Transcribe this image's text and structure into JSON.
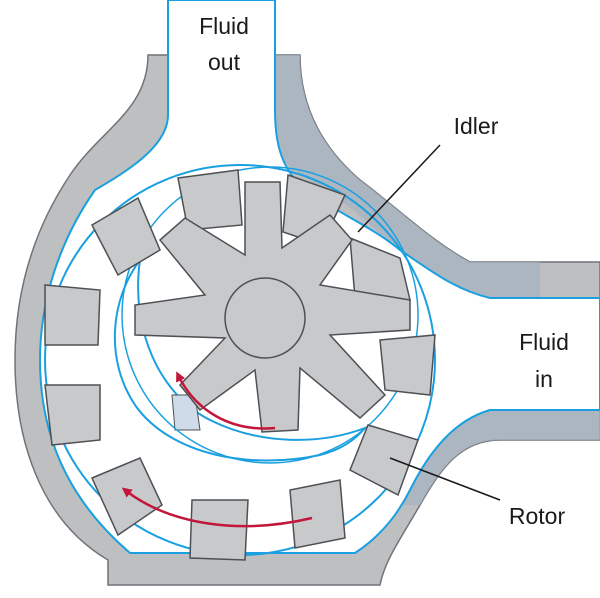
{
  "labels": {
    "fluid_out_line1": "Fluid",
    "fluid_out_line2": "out",
    "idler": "Idler",
    "fluid_in_line1": "Fluid",
    "fluid_in_line2": "in",
    "rotor": "Rotor"
  },
  "colors": {
    "casing_gray": "#bdbfc1",
    "casing_shade": "#a6b3c0",
    "casing_edge": "#6f7478",
    "flow_blue": "#1aa0e0",
    "part_gray": "#c8c9cb",
    "part_edge": "#4d5054",
    "arrow_red": "#c2163a",
    "crescent_shade": "#cfdbe8"
  }
}
